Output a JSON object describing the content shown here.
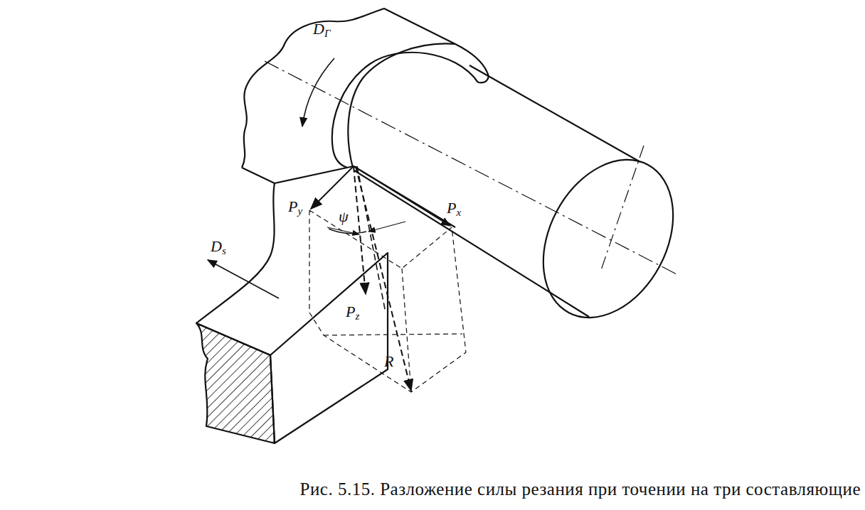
{
  "diagram": {
    "caption": "Рис. 5.15. Разложение силы резания при точении на три составляющие",
    "labels": [
      "DГ",
      "Py",
      "ψ",
      "Px",
      "Ds",
      "Pz",
      "R"
    ]
  }
}
